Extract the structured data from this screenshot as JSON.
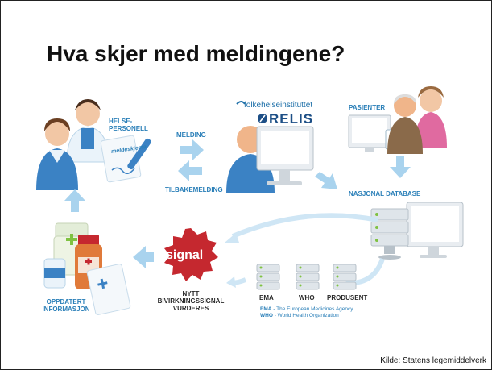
{
  "title": "Hva skjer med meldingene?",
  "source": "Kilde: Statens legemiddelverk",
  "logos": {
    "fhi": "folkehelseinstituttet",
    "relis": "RELIS",
    "form": "meldeskjema"
  },
  "labels": {
    "helsepersonell_1": "HELSE-",
    "helsepersonell_2": "PERSONELL",
    "melding": "MELDING",
    "tilbakemelding": "TILBAKEMELDING",
    "pasienter": "PASIENTER",
    "nasjonal_database": "NASJONAL DATABASE",
    "ema": "EMA",
    "who": "WHO",
    "produsent": "PRODUSENT",
    "signal": "signal",
    "nytt_1": "NYTT",
    "nytt_2": "BIVIRKNINGSSIGNAL",
    "nytt_3": "VURDERES",
    "oppdatert_1": "OPPDATERT",
    "oppdatert_2": "INFORMASJON"
  },
  "legend": [
    {
      "abbr": "EMA",
      "text": " - The European Medicines Agency"
    },
    {
      "abbr": "WHO",
      "text": " - World Health Organization"
    }
  ],
  "colors": {
    "accent": "#2a7fb8",
    "arrow": "#a9d3ee",
    "signal": "#c5282f",
    "person": "#3b82c4"
  }
}
